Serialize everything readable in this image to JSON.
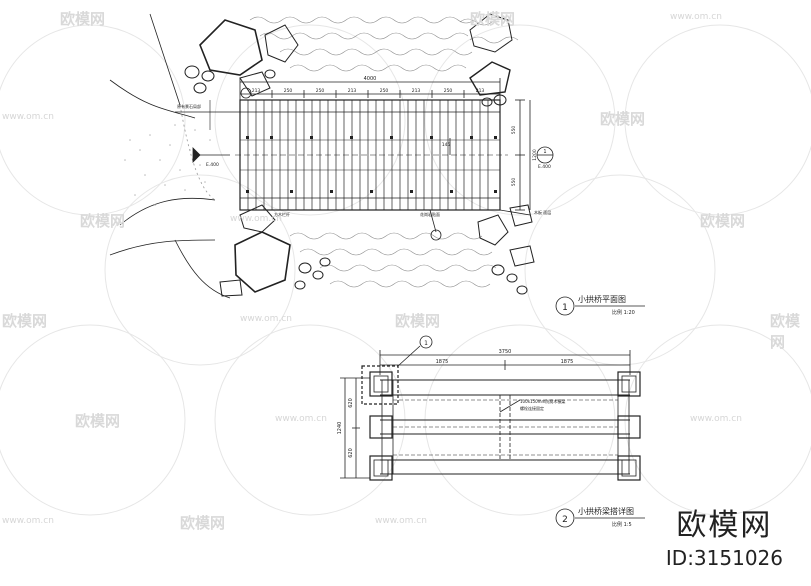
{
  "watermark": {
    "brand_text": "欧模网",
    "url_text": "www.om.cn"
  },
  "brand": {
    "name": "欧模网",
    "id_text": "ID:3151026"
  },
  "plan": {
    "title": "小拱桥平面图",
    "number": "1",
    "scale": "比例 1:20",
    "total_length": "4000",
    "segment_dims": [
      "213",
      "250",
      "250",
      "213",
      "250",
      "213",
      "250",
      "213"
    ],
    "side_dims": [
      "550",
      "550"
    ],
    "width_dim": "1200",
    "inner_dim": "145",
    "elev_left": "E.400",
    "elev_right": "E.400",
    "section_mark": "1",
    "notes": [
      "原有景石局部",
      "方木栏杆",
      "花岗岩贴面",
      "木板 面层"
    ]
  },
  "detail": {
    "title": "小拱桥梁搭详图",
    "number": "2",
    "scale": "比例 1:5",
    "total_length": "3750",
    "half_dims": [
      "1875",
      "1875"
    ],
    "height_total": "1240",
    "height_parts": [
      "620",
      "620"
    ],
    "callout": "1",
    "beam_note_line1": "100x150mm防腐木横梁",
    "beam_note_line2": "螺栓连接固定"
  }
}
